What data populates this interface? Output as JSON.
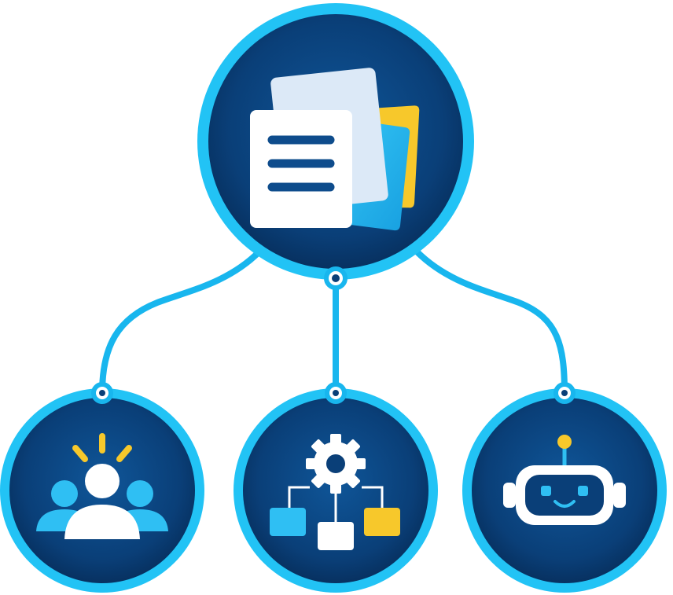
{
  "diagram": {
    "hub": {
      "icon": "documents-stack-icon"
    },
    "children": [
      {
        "id": "people",
        "icon": "team-people-icon"
      },
      {
        "id": "workflow",
        "icon": "gear-workflow-icon"
      },
      {
        "id": "bot",
        "icon": "robot-icon"
      }
    ]
  },
  "colors": {
    "ring": "#1bb8ee",
    "ring_outer": "#22c3f5",
    "disc_inner": "#0d4f8f",
    "disc_outer": "#072f5e",
    "connector": "#18b6ee",
    "white": "#ffffff",
    "light_blue": "#2fbff3",
    "yellow": "#f7c82b",
    "line_navy": "#0e4c8c",
    "paper_back": "#dce9f7"
  }
}
